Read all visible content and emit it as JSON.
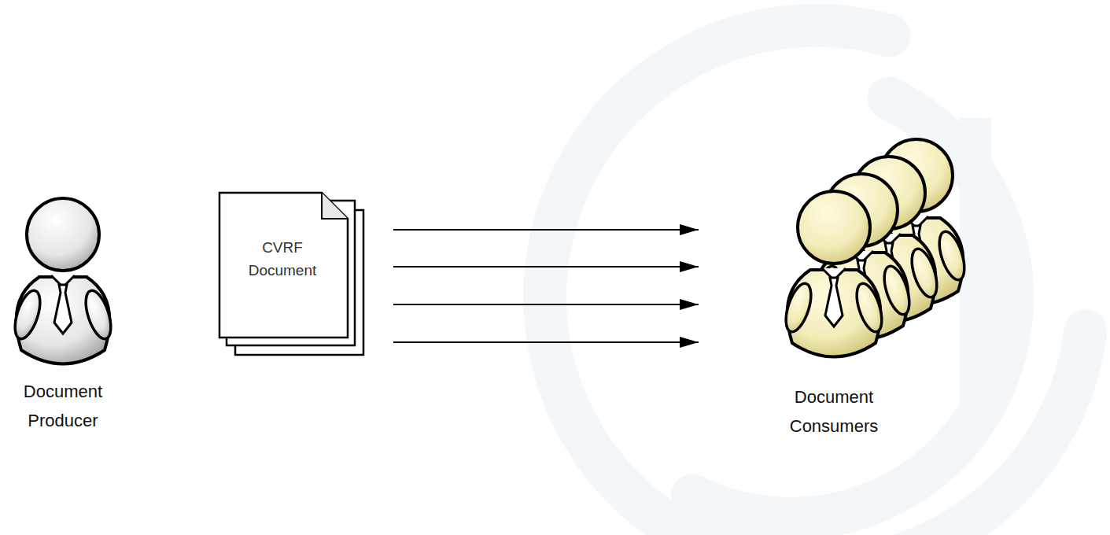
{
  "diagram": {
    "nodes": [
      {
        "text": [
          "Document Producer"
        ]
      },
      {
        "text": [
          "CVRF Document"
        ]
      },
      {
        "text": [
          "Document Consumers"
        ]
      }
    ],
    "edges": [
      {
        "from": 1,
        "to": 2,
        "arrow": "to"
      },
      {
        "from": 1,
        "to": 2,
        "arrow": "to"
      },
      {
        "from": 1,
        "to": 2,
        "arrow": "to"
      },
      {
        "from": 1,
        "to": 2,
        "arrow": "to"
      }
    ]
  }
}
